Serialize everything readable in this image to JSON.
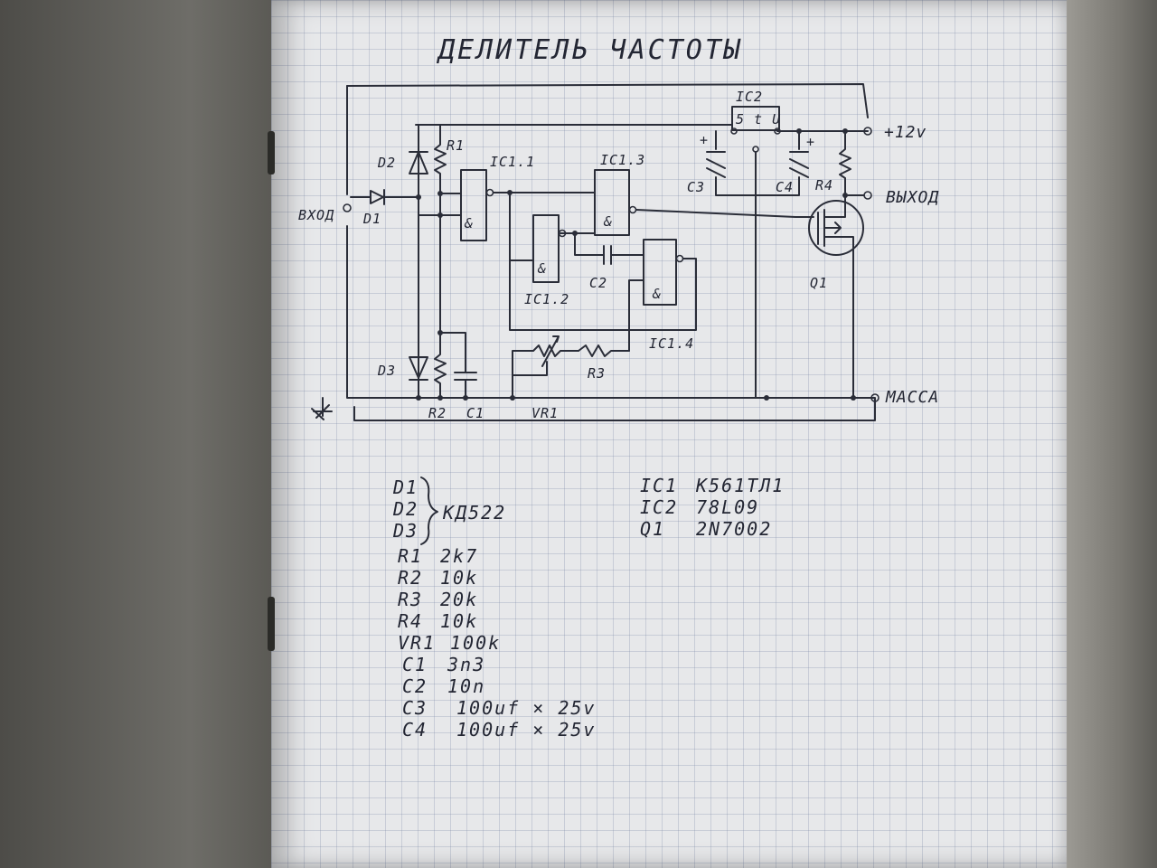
{
  "title": "ДЕЛИТЕЛЬ ЧАСТОТЫ",
  "terminals": {
    "input": "ВХОД",
    "output": "ВЫХОД",
    "supply": "+12v",
    "ground": "МАССА"
  },
  "labels": {
    "ic2": "IC2",
    "ic2_body": "5 t U",
    "ic1_1": "IC1.1",
    "ic1_2": "IC1.2",
    "ic1_3": "IC1.3",
    "ic1_4": "IC1.4",
    "gate_symbol": "&",
    "d1": "D1",
    "d2": "D2",
    "d3": "D3",
    "r1": "R1",
    "r2": "R2",
    "r3": "R3",
    "r4": "R4",
    "c1": "C1",
    "c2": "C2",
    "c3": "C3",
    "c4": "C4",
    "vr1": "VR1",
    "q1": "Q1",
    "plus": "+"
  },
  "bom_diodes": {
    "items": [
      "D1",
      "D2",
      "D3"
    ],
    "value": "КД522"
  },
  "bom_left": [
    {
      "ref": "R1",
      "value": "2k7"
    },
    {
      "ref": "R2",
      "value": "10k"
    },
    {
      "ref": "R3",
      "value": "20k"
    },
    {
      "ref": "R4",
      "value": "10k"
    },
    {
      "ref": "VR1",
      "value": "100k"
    },
    {
      "ref": "C1",
      "value": "3n3"
    },
    {
      "ref": "C2",
      "value": "10n"
    },
    {
      "ref": "C3",
      "value": "100uf × 25v"
    },
    {
      "ref": "C4",
      "value": "100uf × 25v"
    }
  ],
  "bom_right": [
    {
      "ref": "IC1",
      "value": "K561TЛ1"
    },
    {
      "ref": "IC2",
      "value": "78L09"
    },
    {
      "ref": "Q1",
      "value": "2N7002"
    }
  ]
}
